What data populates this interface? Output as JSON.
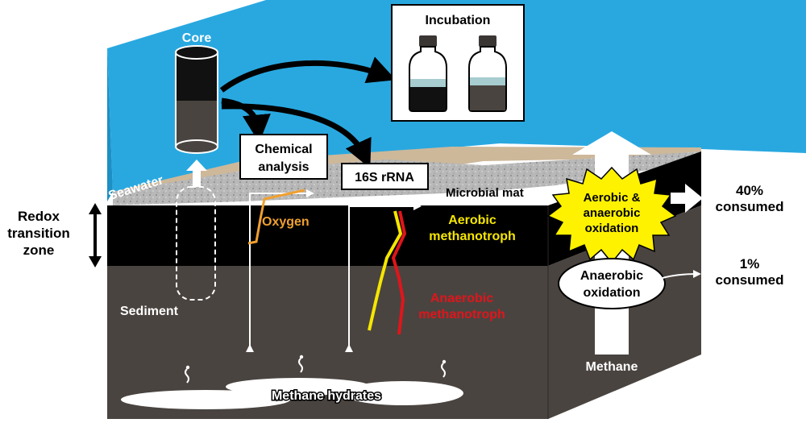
{
  "labels": {
    "core": "Core",
    "incubation": "Incubation",
    "chemical_1": "Chemical",
    "chemical_2": "analysis",
    "rrna": "16S rRNA",
    "seawater": "Seawater",
    "microbial_mat": "Microbial mat",
    "redox_1": "Redox",
    "redox_2": "transition",
    "redox_3": "zone",
    "oxygen": "Oxygen",
    "aerobic_meth_1": "Aerobic",
    "aerobic_meth_2": "methanotroph",
    "anaerobic_meth_1": "Anaerobic",
    "anaerobic_meth_2": "methanotroph",
    "sediment": "Sediment",
    "methane_hydrates": "Methane hydrates",
    "methane": "Methane",
    "both_ox_1": "Aerobic &",
    "both_ox_2": "anaerobic",
    "both_ox_3": "oxidation",
    "anaerobic_ox_1": "Anaerobic",
    "anaerobic_ox_2": "oxidation",
    "pct40_1": "40%",
    "pct40_2": "consumed",
    "pct1_1": "1%",
    "pct1_2": "consumed"
  },
  "colors": {
    "seawater": "#29a8e0",
    "mat": "#b5b5b5",
    "tan": "#cdb89a",
    "black_layer": "#000000",
    "sediment": "#4a4440",
    "oxygen": "#f0a030",
    "aerobic": "#f5e600",
    "anaerobic": "#e0151b",
    "burst": "#fff200"
  }
}
